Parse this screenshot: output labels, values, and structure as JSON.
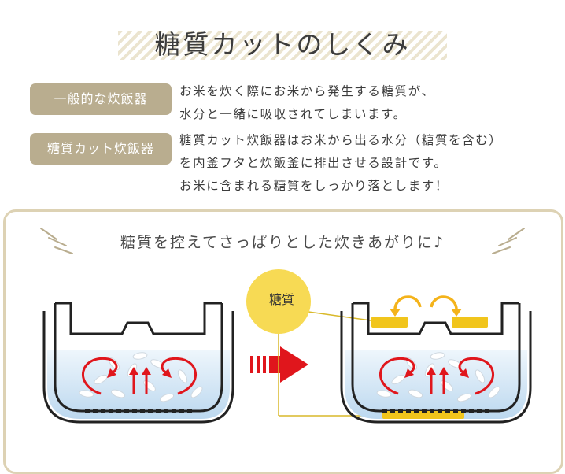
{
  "title": "糖質カットのしくみ",
  "rows": [
    {
      "tag": "一般的な炊飯器",
      "lines": [
        "お米を炊く際にお米から発生する糖質が、",
        "水分と一緒に吸収されてしまいます。"
      ]
    },
    {
      "tag": "糖質カット炊飯器",
      "lines": [
        "糖質カット炊飯器はお米から出る水分（糖質を含む）",
        "を内釜フタと炊飯釜に排出させる設計です。",
        "お米に含まれる糖質をしっかり落とします！"
      ]
    }
  ],
  "diagram": {
    "subtitle": "糖質を控えてさっぱりとした炊きあがりに♪",
    "sugar_label": "糖質",
    "colors": {
      "accent_beige": "#b9ad8f",
      "panel_border": "#ddd2b4",
      "sugar_yellow": "#f7da54",
      "arrow_red": "#e0161c",
      "water_blue": "#cfe4f5",
      "swirl_orange": "#f4b31b"
    }
  }
}
